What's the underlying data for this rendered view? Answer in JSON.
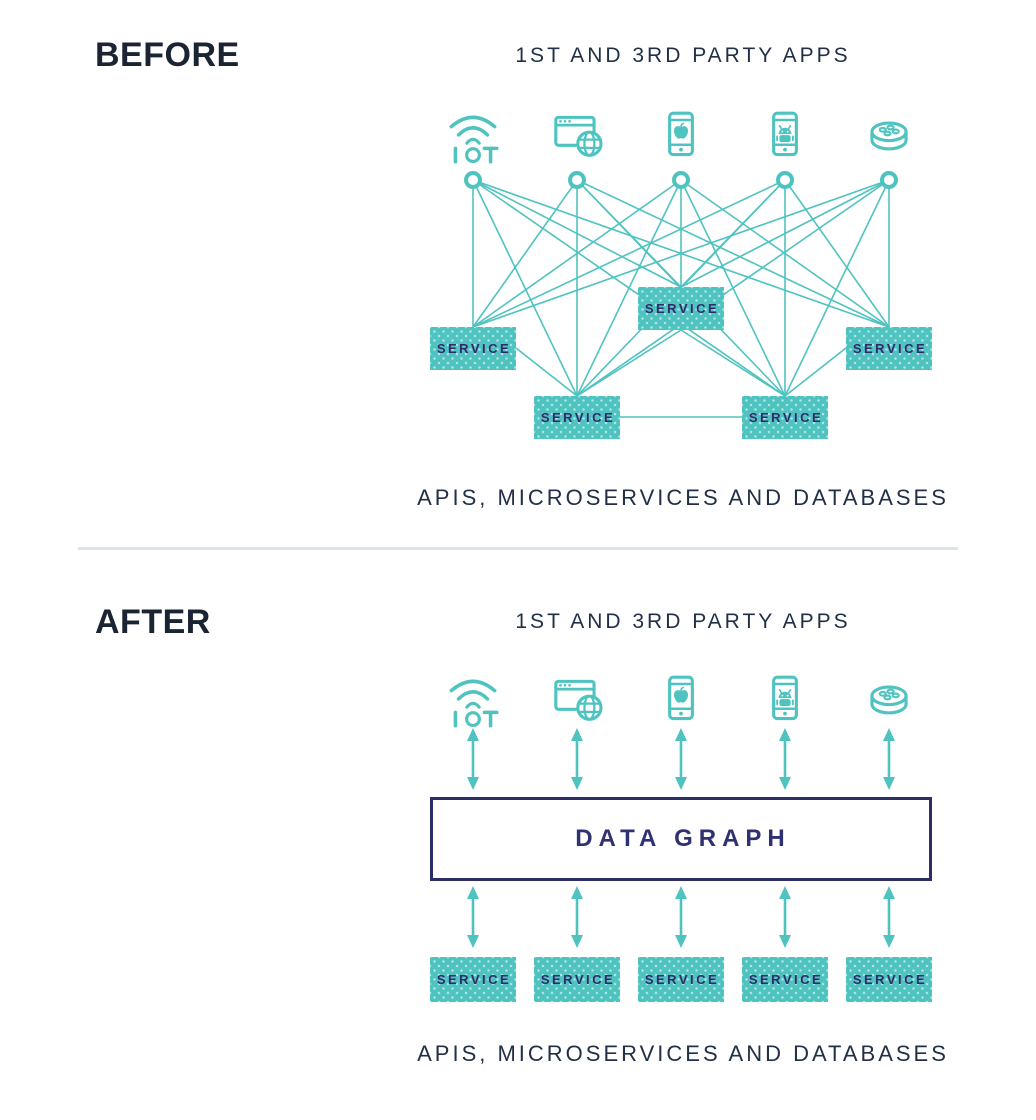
{
  "colors": {
    "teal": "#4fc3c0",
    "navy": "#2b2f66",
    "heading_dark": "#1b2433",
    "subheading": "#213046",
    "divider": "#d8e6ea",
    "service_fill": "#4fc3c0",
    "service_text": "#2e2b6b"
  },
  "icons": [
    "iot-icon",
    "browser-globe-icon",
    "iphone-apple-icon",
    "android-phone-icon",
    "smart-speaker-icon"
  ],
  "before": {
    "title": "BEFORE",
    "apps_heading": "1ST AND 3RD PARTY APPS",
    "services": [
      "SERVICE",
      "SERVICE",
      "SERVICE",
      "SERVICE",
      "SERVICE"
    ],
    "caption": "APIS, MICROSERVICES AND DATABASES"
  },
  "after": {
    "title": "AFTER",
    "apps_heading": "1ST AND 3RD PARTY APPS",
    "data_graph_label": "DATA GRAPH",
    "services": [
      "SERVICE",
      "SERVICE",
      "SERVICE",
      "SERVICE",
      "SERVICE"
    ],
    "caption": "APIS, MICROSERVICES AND DATABASES"
  }
}
